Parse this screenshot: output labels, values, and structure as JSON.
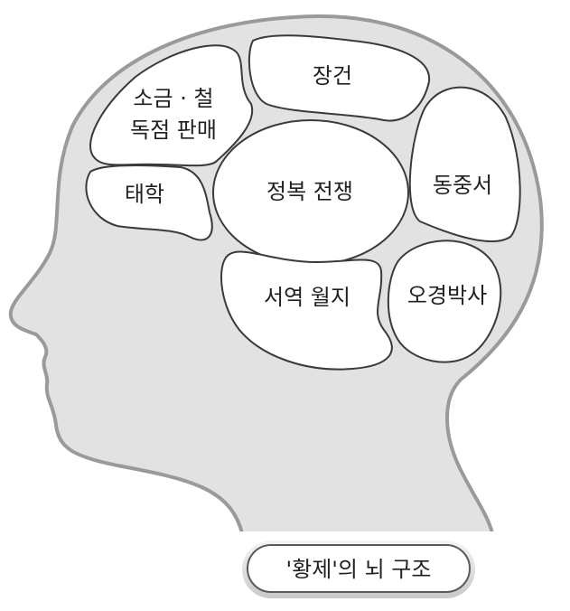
{
  "title": "'황제'의 뇌 구조",
  "regions": [
    {
      "id": "salt-iron",
      "lines": [
        "소금 · 철",
        "독점 판매"
      ]
    },
    {
      "id": "zhang-qian",
      "lines": [
        "장건"
      ]
    },
    {
      "id": "taixue",
      "lines": [
        "태학"
      ]
    },
    {
      "id": "conquest",
      "lines": [
        "정복 전쟁"
      ]
    },
    {
      "id": "dong-zhongshu",
      "lines": [
        "동중서"
      ]
    },
    {
      "id": "western-regions",
      "lines": [
        "서역 월지"
      ]
    },
    {
      "id": "five-classics",
      "lines": [
        "오경박사"
      ]
    }
  ],
  "colors": {
    "head_fill": "#e2e2e3",
    "head_stroke": "#8f8f91",
    "bubble_fill": "#ffffff"
  }
}
